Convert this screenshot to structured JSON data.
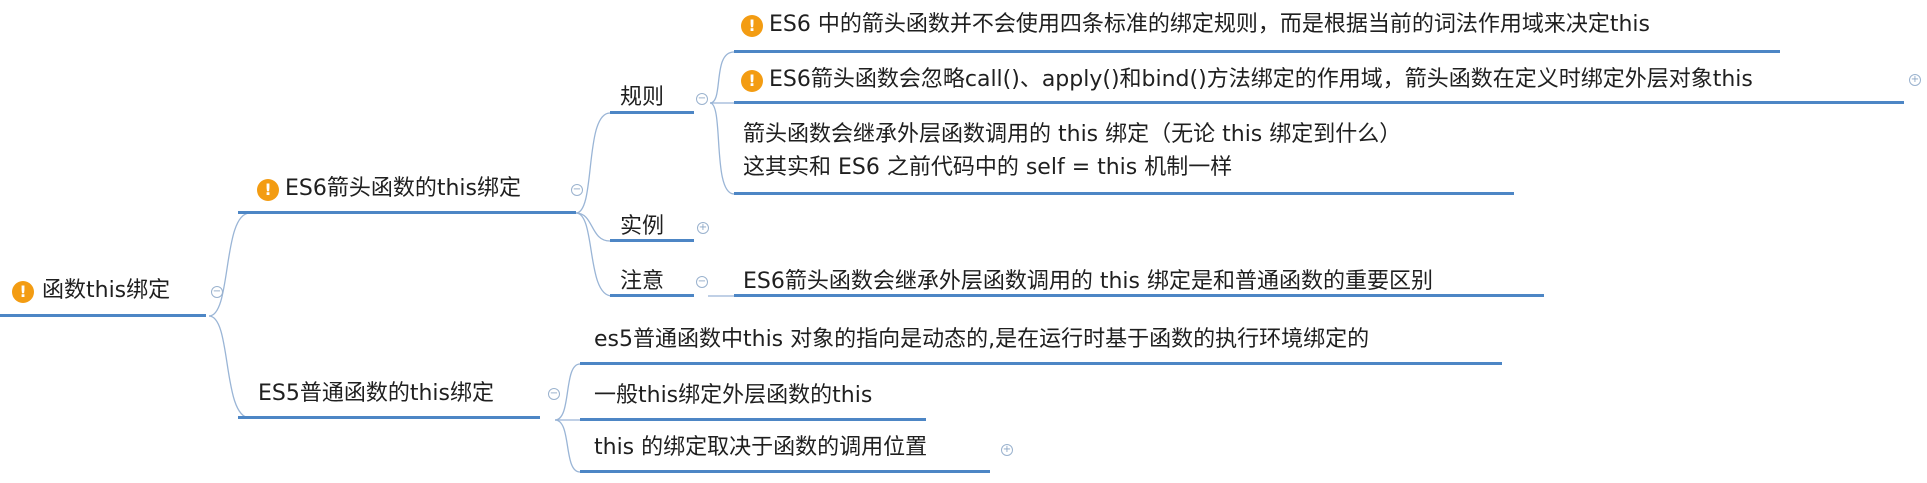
{
  "colors": {
    "branch": "#4d86c5",
    "warning": "#f39c12",
    "toggle": "#8aa5c5"
  },
  "icons": {
    "warning": "exclamation-warning-icon",
    "collapse": "collapse-minus-icon",
    "expand": "expand-plus-icon"
  },
  "root": {
    "label": "函数this绑定",
    "warning_glyph": "!",
    "collapse_glyph": "−"
  },
  "es6": {
    "label": "ES6箭头函数的this绑定",
    "warning_glyph": "!",
    "collapse_glyph": "−",
    "rules": {
      "label": "规则",
      "collapse_glyph": "−",
      "items": [
        {
          "text": "ES6 中的箭头函数并不会使用四条标准的绑定规则，而是根据当前的词法作用域来决定this",
          "warning_glyph": "!"
        },
        {
          "text": "ES6箭头函数会忽略call()、apply()和bind()方法绑定的作用域，箭头函数在定义时绑定外层对象this",
          "warning_glyph": "!",
          "expand_glyph": "+"
        },
        {
          "lines": [
            "箭头函数会继承外层函数调用的 this 绑定（无论 this 绑定到什么）",
            "这其实和 ES6 之前代码中的 self = this 机制一样"
          ]
        }
      ]
    },
    "example": {
      "label": "实例",
      "expand_glyph": "+"
    },
    "note": {
      "label": "注意",
      "collapse_glyph": "−",
      "item": "ES6箭头函数会继承外层函数调用的 this 绑定是和普通函数的重要区别"
    }
  },
  "es5": {
    "label": "ES5普通函数的this绑定",
    "collapse_glyph": "−",
    "items": [
      {
        "text": "es5普通函数中this 对象的指向是动态的,是在运行时基于函数的执行环境绑定的"
      },
      {
        "text": "一般this绑定外层函数的this"
      },
      {
        "text": "this 的绑定取决于函数的调用位置",
        "expand_glyph": "+"
      }
    ]
  }
}
